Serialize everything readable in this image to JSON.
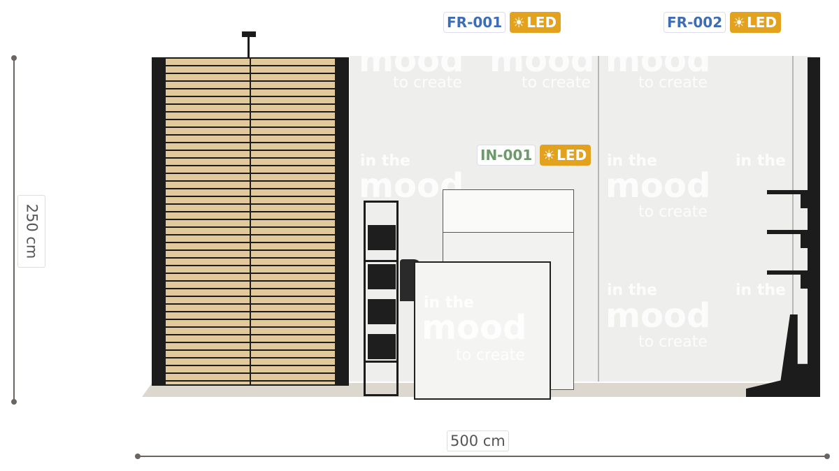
{
  "dimensions": {
    "height_label": "250 cm",
    "width_label": "500 cm"
  },
  "fixtures": [
    {
      "code": "FR-001",
      "code_color": "#3e6db5",
      "led_label": "LED",
      "icon": "sun-icon"
    },
    {
      "code": "FR-002",
      "code_color": "#3e6db5",
      "led_label": "LED",
      "icon": "sun-icon"
    },
    {
      "code": "IN-001",
      "code_color": "#6c9a6a",
      "led_label": "LED",
      "icon": "sun-icon"
    }
  ],
  "graphic": {
    "line1": "in the",
    "line2": "mood",
    "line3": "to create"
  },
  "colors": {
    "led_badge": "#e3a21e",
    "wood": "#e2c99b",
    "frame": "#1c1c1c",
    "wall": "#eeeeec",
    "dimension_line": "#6b6560"
  }
}
